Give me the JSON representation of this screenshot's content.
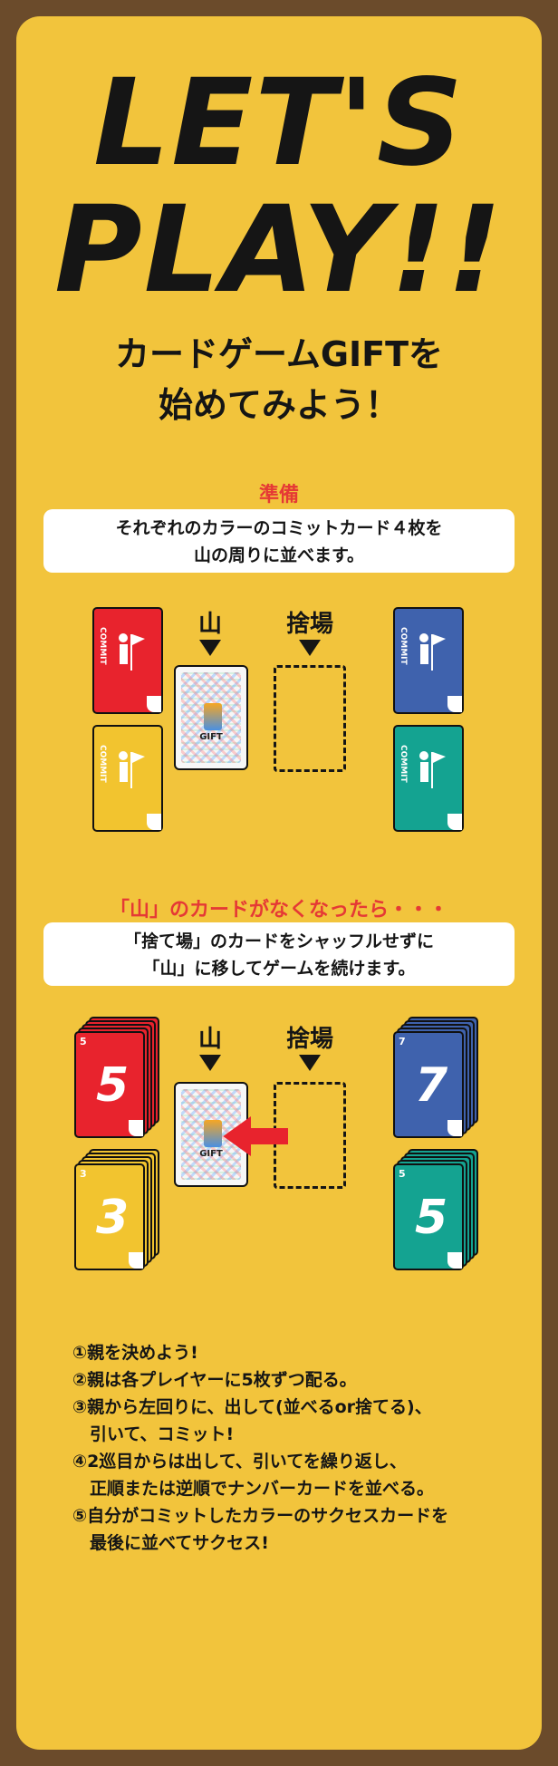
{
  "hero": {
    "line1": "LET'S",
    "line2": "PLAY!!"
  },
  "subtitle": {
    "line1": "カードゲームGIFTを",
    "line2": "始めてみよう！"
  },
  "section1": {
    "heading": "準備",
    "text_line1": "それぞれのカラーのコミットカード４枚を",
    "text_line2": "山の周りに並べます。"
  },
  "section2": {
    "heading": "「山」のカードがなくなったら・・・",
    "text_line1": "「捨て場」のカードをシャッフルせずに",
    "text_line2": "「山」に移してゲームを続けます。"
  },
  "labels": {
    "deck": "山",
    "discard": "捨場"
  },
  "commit_cards": {
    "label": "COMMIT",
    "red": "#e8232d",
    "yellow": "#f2c42f",
    "blue": "#3f62ad",
    "green": "#14a391"
  },
  "deck_card": {
    "name": "GIFT"
  },
  "stacks": {
    "red": {
      "number": "5",
      "corner": "5"
    },
    "yellow": {
      "number": "3",
      "corner": "3"
    },
    "blue": {
      "number": "7",
      "corner": "7"
    },
    "green": {
      "number": "5",
      "corner": "5"
    }
  },
  "steps": [
    "①親を決めよう!",
    "②親は各プレイヤーに5枚ずつ配る。",
    "③親から左回りに、出して(並べるor捨てる)、",
    "　引いて、コミット!",
    "④2巡目からは出して、引いてを繰り返し、",
    "　正順または逆順でナンバーカードを並べる。",
    "⑤自分がコミットしたカラーのサクセスカードを",
    "　最後に並べてサクセス!"
  ]
}
